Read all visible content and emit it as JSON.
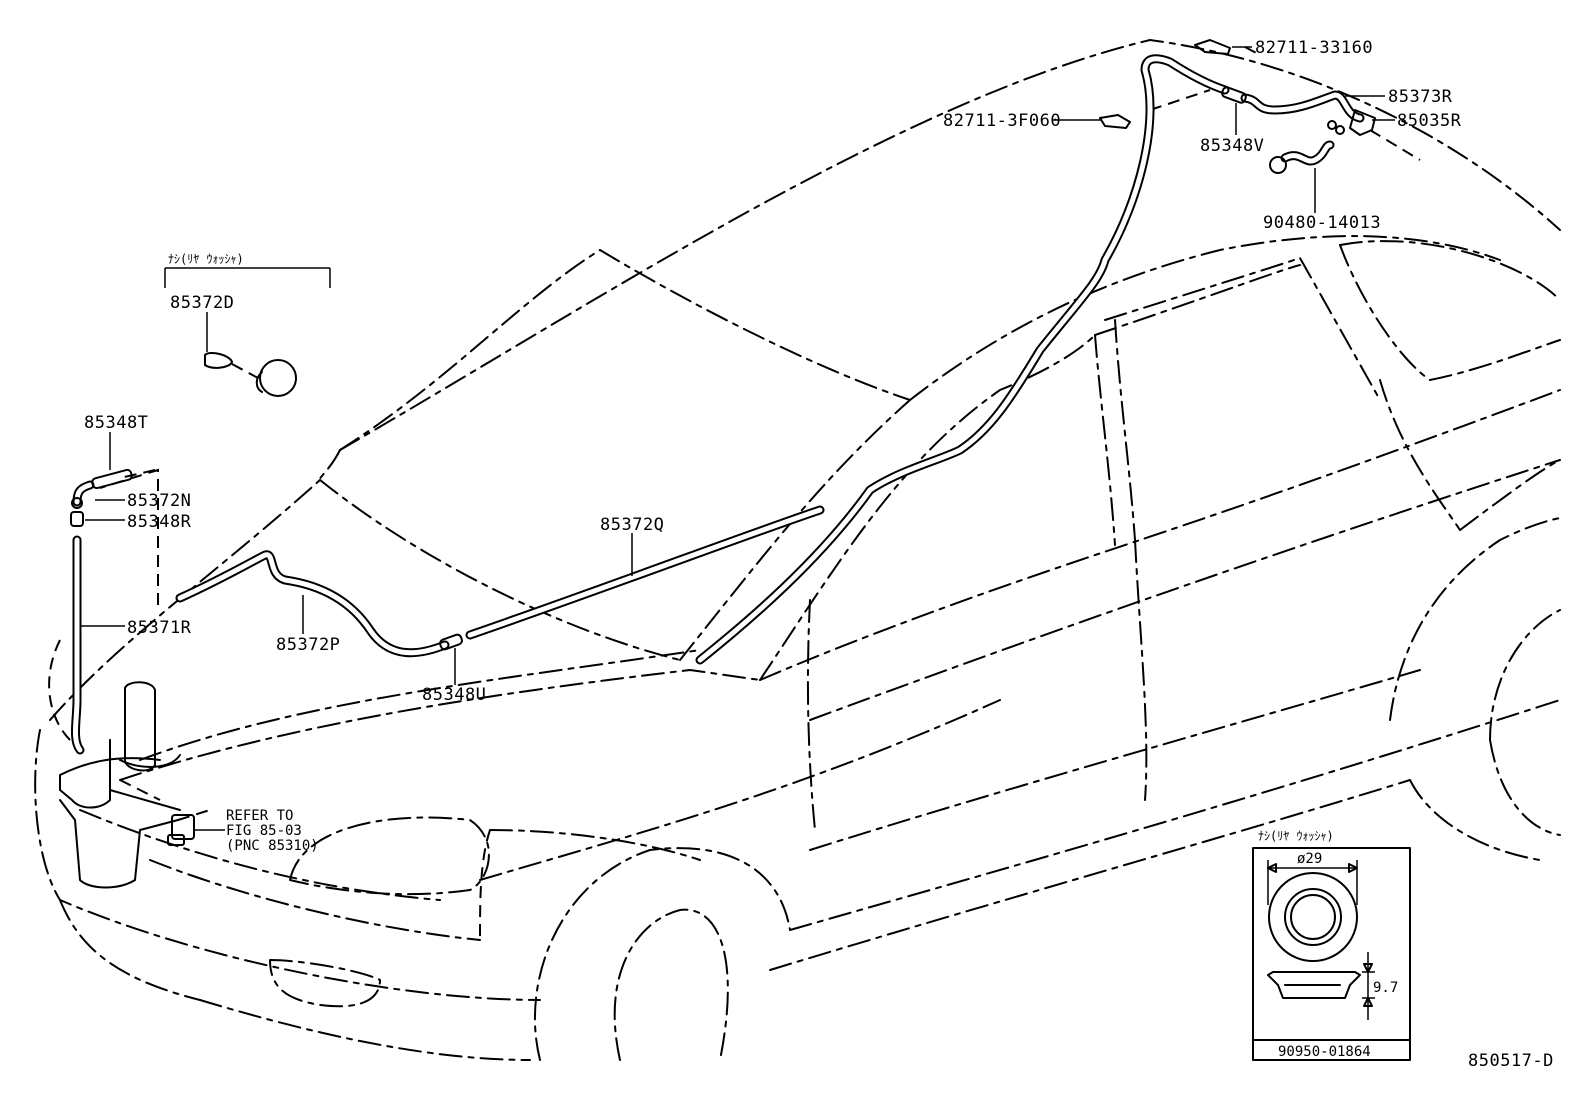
{
  "parts": {
    "p82711_33160": "82711-33160",
    "p85373R": "85373R",
    "p85035R": "85035R",
    "p82711_3F060": "82711-3F060",
    "p85348V": "85348V",
    "p90480_14013": "90480-14013",
    "p85372D": "85372D",
    "p85348T": "85348T",
    "p85372N": "85372N",
    "p85348R": "85348R",
    "p85372Q": "85372Q",
    "p85371R": "85371R",
    "p85372P": "85372P",
    "p85348U": "85348U"
  },
  "notes": {
    "bracket_top": "ﾅｼ(ﾘﾔ ｳｫｯｼｬ)",
    "refer_line1": "REFER TO",
    "refer_line2": "FIG 85-03",
    "refer_line3": "(PNC 85310)"
  },
  "detail_box": {
    "header": "ﾅｼ(ﾘﾔ ｳｫｯｼｬ)",
    "diameter": "ø29",
    "height": "9.7",
    "part_no": "90950-01864"
  },
  "figure_code": "850517-D"
}
